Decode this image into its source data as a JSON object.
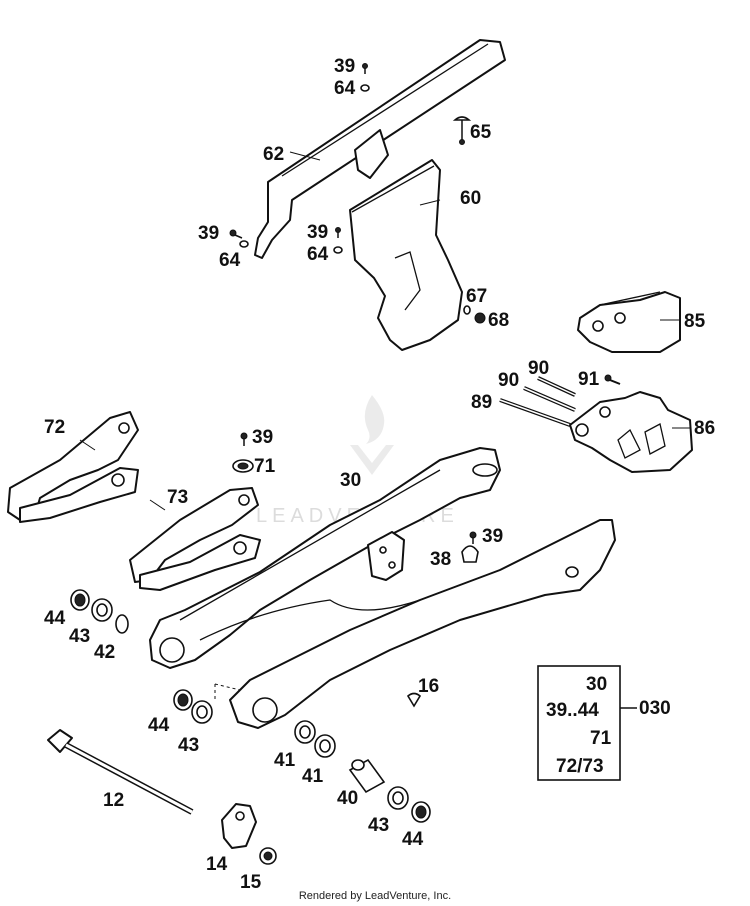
{
  "diagram": {
    "callouts": [
      {
        "id": "c-39-top",
        "text": "39"
      },
      {
        "id": "c-64-top",
        "text": "64"
      },
      {
        "id": "c-65",
        "text": "65"
      },
      {
        "id": "c-62",
        "text": "62"
      },
      {
        "id": "c-60",
        "text": "60"
      },
      {
        "id": "c-39-left",
        "text": "39"
      },
      {
        "id": "c-64-left",
        "text": "64"
      },
      {
        "id": "c-39-mid",
        "text": "39"
      },
      {
        "id": "c-64-mid",
        "text": "64"
      },
      {
        "id": "c-67",
        "text": "67"
      },
      {
        "id": "c-68",
        "text": "68"
      },
      {
        "id": "c-85",
        "text": "85"
      },
      {
        "id": "c-90a",
        "text": "90"
      },
      {
        "id": "c-90b",
        "text": "90"
      },
      {
        "id": "c-91",
        "text": "91"
      },
      {
        "id": "c-89",
        "text": "89"
      },
      {
        "id": "c-86",
        "text": "86"
      },
      {
        "id": "c-72",
        "text": "72"
      },
      {
        "id": "c-39-71",
        "text": "39"
      },
      {
        "id": "c-71",
        "text": "71"
      },
      {
        "id": "c-30",
        "text": "30"
      },
      {
        "id": "c-73",
        "text": "73"
      },
      {
        "id": "c-39-38",
        "text": "39"
      },
      {
        "id": "c-38",
        "text": "38"
      },
      {
        "id": "c-44-left",
        "text": "44"
      },
      {
        "id": "c-43-left",
        "text": "43"
      },
      {
        "id": "c-42",
        "text": "42"
      },
      {
        "id": "c-16",
        "text": "16"
      },
      {
        "id": "c-44-mid",
        "text": "44"
      },
      {
        "id": "c-43-mid",
        "text": "43"
      },
      {
        "id": "c-41a",
        "text": "41"
      },
      {
        "id": "c-41b",
        "text": "41"
      },
      {
        "id": "c-40",
        "text": "40"
      },
      {
        "id": "c-12",
        "text": "12"
      },
      {
        "id": "c-43-right",
        "text": "43"
      },
      {
        "id": "c-44-right",
        "text": "44"
      },
      {
        "id": "c-14",
        "text": "14"
      },
      {
        "id": "c-15",
        "text": "15"
      }
    ],
    "kit_box": {
      "lines": [
        "30",
        "39..44",
        "71",
        "72/73"
      ],
      "kit_number": "030"
    }
  },
  "watermark": "LEADVENTURE",
  "footer": "Rendered by LeadVenture, Inc."
}
